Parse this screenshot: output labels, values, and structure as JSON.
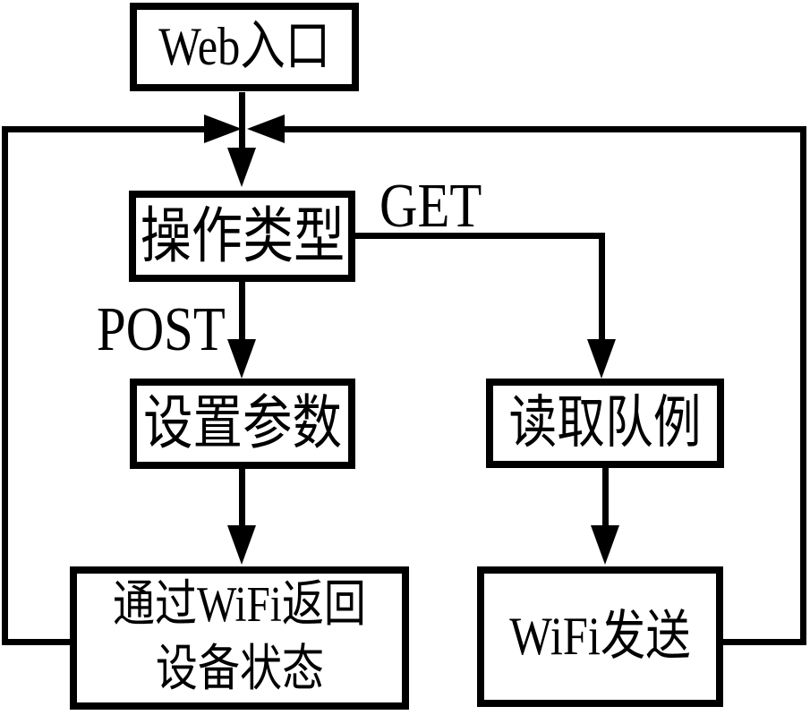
{
  "diagram": {
    "type": "flowchart",
    "background_color": "#ffffff",
    "stroke_color": "#000000",
    "nodes": {
      "web_entry": "Web入口",
      "operation_type": "操作类型",
      "set_params": "设置参数",
      "read_queue": "读取队例",
      "wifi_return_line1": "通过WiFi返回",
      "wifi_return_line2": "设备状态",
      "wifi_send": "WiFi发送"
    },
    "edge_labels": {
      "post": "POST",
      "get": "GET"
    },
    "edges": [
      "Web入口 -> 操作类型",
      "操作类型 -POST-> 设置参数",
      "设置参数 -> 通过WiFi返回设备状态",
      "操作类型 -GET-> 读取队例",
      "读取队例 -> WiFi发送",
      "通过WiFi返回设备状态 -> 操作类型 (left loop back)",
      "WiFi发送 -> 操作类型 (right loop back)"
    ]
  }
}
